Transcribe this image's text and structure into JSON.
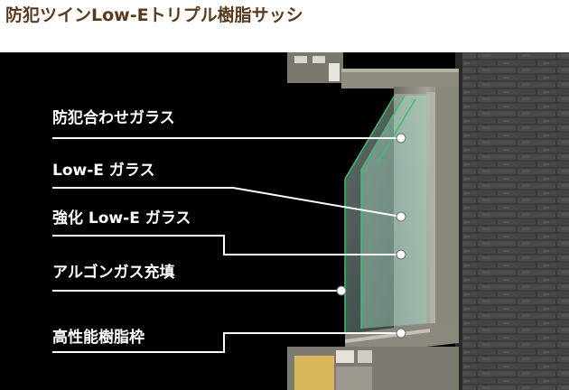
{
  "title": "防犯ツインLow-Eトリプル樹脂サッシ",
  "labels": {
    "l1": "防犯合わせガラス",
    "l2": "Low-E ガラス",
    "l3": "強化 Low-E ガラス",
    "l4": "アルゴンガス充填",
    "l5": "高性能樹脂枠"
  },
  "colors": {
    "title": "#5a3a1e",
    "background": "#000000",
    "label_text": "#ffffff",
    "leader": "#ffffff",
    "frame": "#8d8a80",
    "wall": "#3a3a3a",
    "glass_edge": "#3cbf6a"
  }
}
